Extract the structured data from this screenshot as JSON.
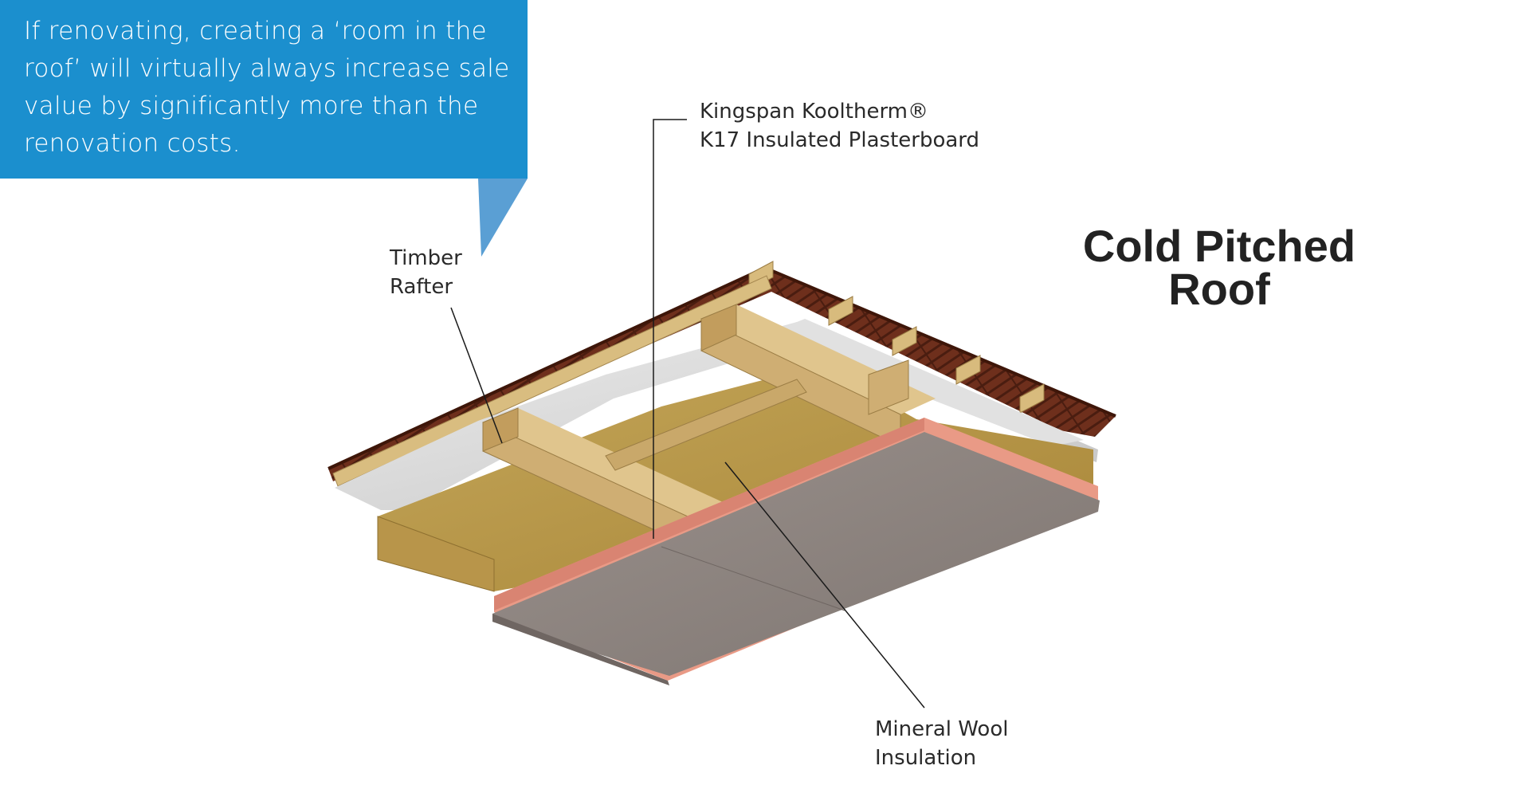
{
  "callout": {
    "text_lines": [
      "If renovating, creating a ‘room in the",
      "roof’ will virtually always increase sale",
      "value by significantly more than the",
      "renovation costs."
    ],
    "background_color": "#1b8fce"
  },
  "title": {
    "lines": [
      "Cold Pitched",
      "Roof"
    ]
  },
  "labels": {
    "k17": {
      "lines": [
        "Kingspan Kooltherm®",
        "K17 Insulated Plasterboard"
      ]
    },
    "timber": {
      "lines": [
        "Timber",
        "Rafter"
      ]
    },
    "wool": {
      "lines": [
        "Mineral Wool",
        "Insulation"
      ]
    }
  },
  "colors": {
    "roof_tiles": "#6e2f1c",
    "timber": "#cfae73",
    "mineral_wool": "#b4923f",
    "breather_membrane": "#d8d8d8",
    "pir_insulation": "#e99a86",
    "plasterboard": "#8f8681"
  }
}
